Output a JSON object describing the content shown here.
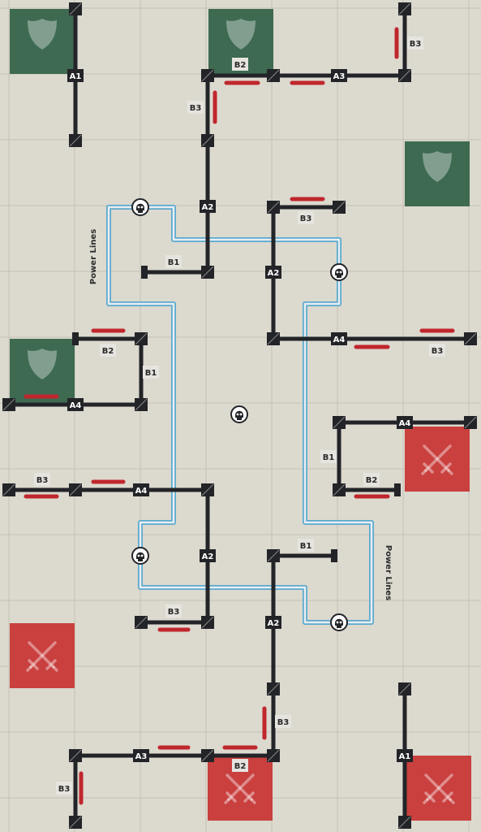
{
  "board": {
    "colors": {
      "paper": "#dcd9cf",
      "grid": "#c5c1b6",
      "wall": "#232428",
      "label_bg": "#e6e4df",
      "label_dark_bg": "#232428",
      "red_marker": "#c0272d",
      "green_zone": "#3e6a52",
      "red_zone": "#c9403f",
      "power_line": "#5aa9cf"
    },
    "zone_icons": {
      "green": "shield-icon",
      "red": "crossed-swords-icon"
    },
    "power_line_labels": [
      "Power Lines",
      "Power Lines"
    ],
    "skull_icon": "skull-icon",
    "wall_labels": {
      "a1_top": "A1",
      "a1_bottom_right": "A1",
      "a2_upper": "A2",
      "a2_mid_right": "A2",
      "a2_center_left": "A2",
      "a2_lower": "A2",
      "a3_top": "A3",
      "a3_bottom": "A3",
      "a4_left": "A4",
      "a4_mid": "A4",
      "a4_right": "A4",
      "a4_red_top": "A4",
      "b1_upper": "B1",
      "b1_left": "B1",
      "b1_right": "B1",
      "b1_lower": "B1",
      "b2_top": "B2",
      "b2_left": "B2",
      "b2_right": "B2",
      "b2_bottom": "B2",
      "b3_top_right": "B3",
      "b3_top_left": "B3",
      "b3_center_right": "B3",
      "b3_mid_right": "B3",
      "b3_left": "B3",
      "b3_lower": "B3",
      "b3_bottom_mid": "B3",
      "b3_bottom_left": "B3"
    }
  }
}
